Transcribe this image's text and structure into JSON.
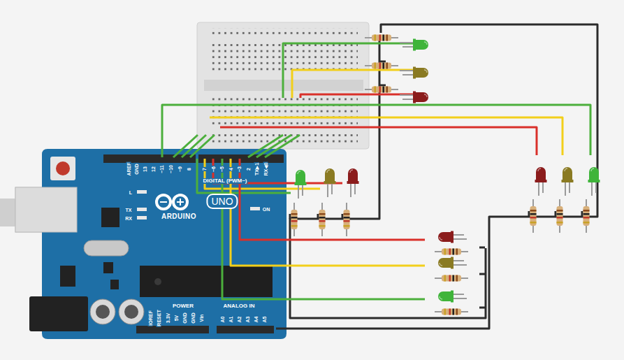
{
  "diagram": {
    "labels": [
      "AREF",
      "GND",
      "13",
      "12",
      "~11",
      "~10",
      "~9",
      "8",
      "7",
      "~6",
      "~5",
      "4",
      "~3",
      "2",
      "TX▶1",
      "RX◀0",
      "DIGITAL (PWM~)",
      "L",
      "TX",
      "RX",
      "ARDUINO",
      "UNO",
      "ON",
      "IOREF",
      "RESET",
      "3.3V",
      "5V",
      "GND",
      "GND",
      "Vin",
      "POWER",
      "ANALOG IN",
      "A0",
      "A1",
      "A2",
      "A3",
      "A4",
      "A5"
    ]
  }
}
